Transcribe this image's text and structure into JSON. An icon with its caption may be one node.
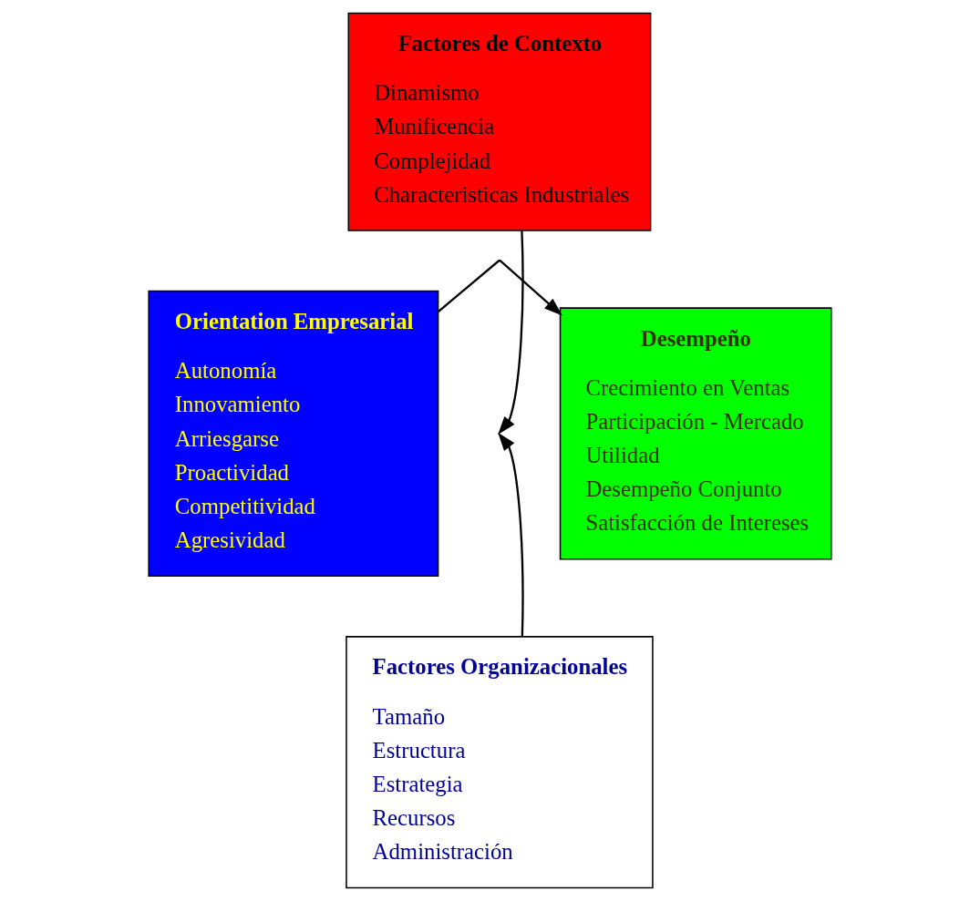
{
  "diagram": {
    "nodes": [
      {
        "text": [
          "Factores de Contexto",
          "Dinamismo",
          "Munificencia",
          "Complejidad",
          "Characteristicas Industriales"
        ]
      },
      {
        "text": [
          "Orientation Empresarial",
          "Autonomía",
          "Innovamiento",
          "Arriesgarse",
          "Proactividad",
          "Competitividad",
          "Agresividad"
        ]
      },
      {
        "text": [
          "Desempeño",
          "Crecimiento en Ventas",
          "Participación - Mercado",
          "Utilidad",
          "Desempeño Conjunto",
          "Satisfacción de Intereses"
        ]
      },
      {
        "text": [
          "Factores Organizacionales",
          "Tamaño",
          "Estructura",
          "Estrategia",
          "Recursos",
          "Administración"
        ]
      }
    ],
    "edges": [
      {
        "from": 1,
        "to": 2,
        "arrow": "to"
      },
      {
        "from": 0,
        "to": null,
        "arrow": "to"
      },
      {
        "from": 3,
        "to": null,
        "arrow": "to"
      }
    ]
  }
}
